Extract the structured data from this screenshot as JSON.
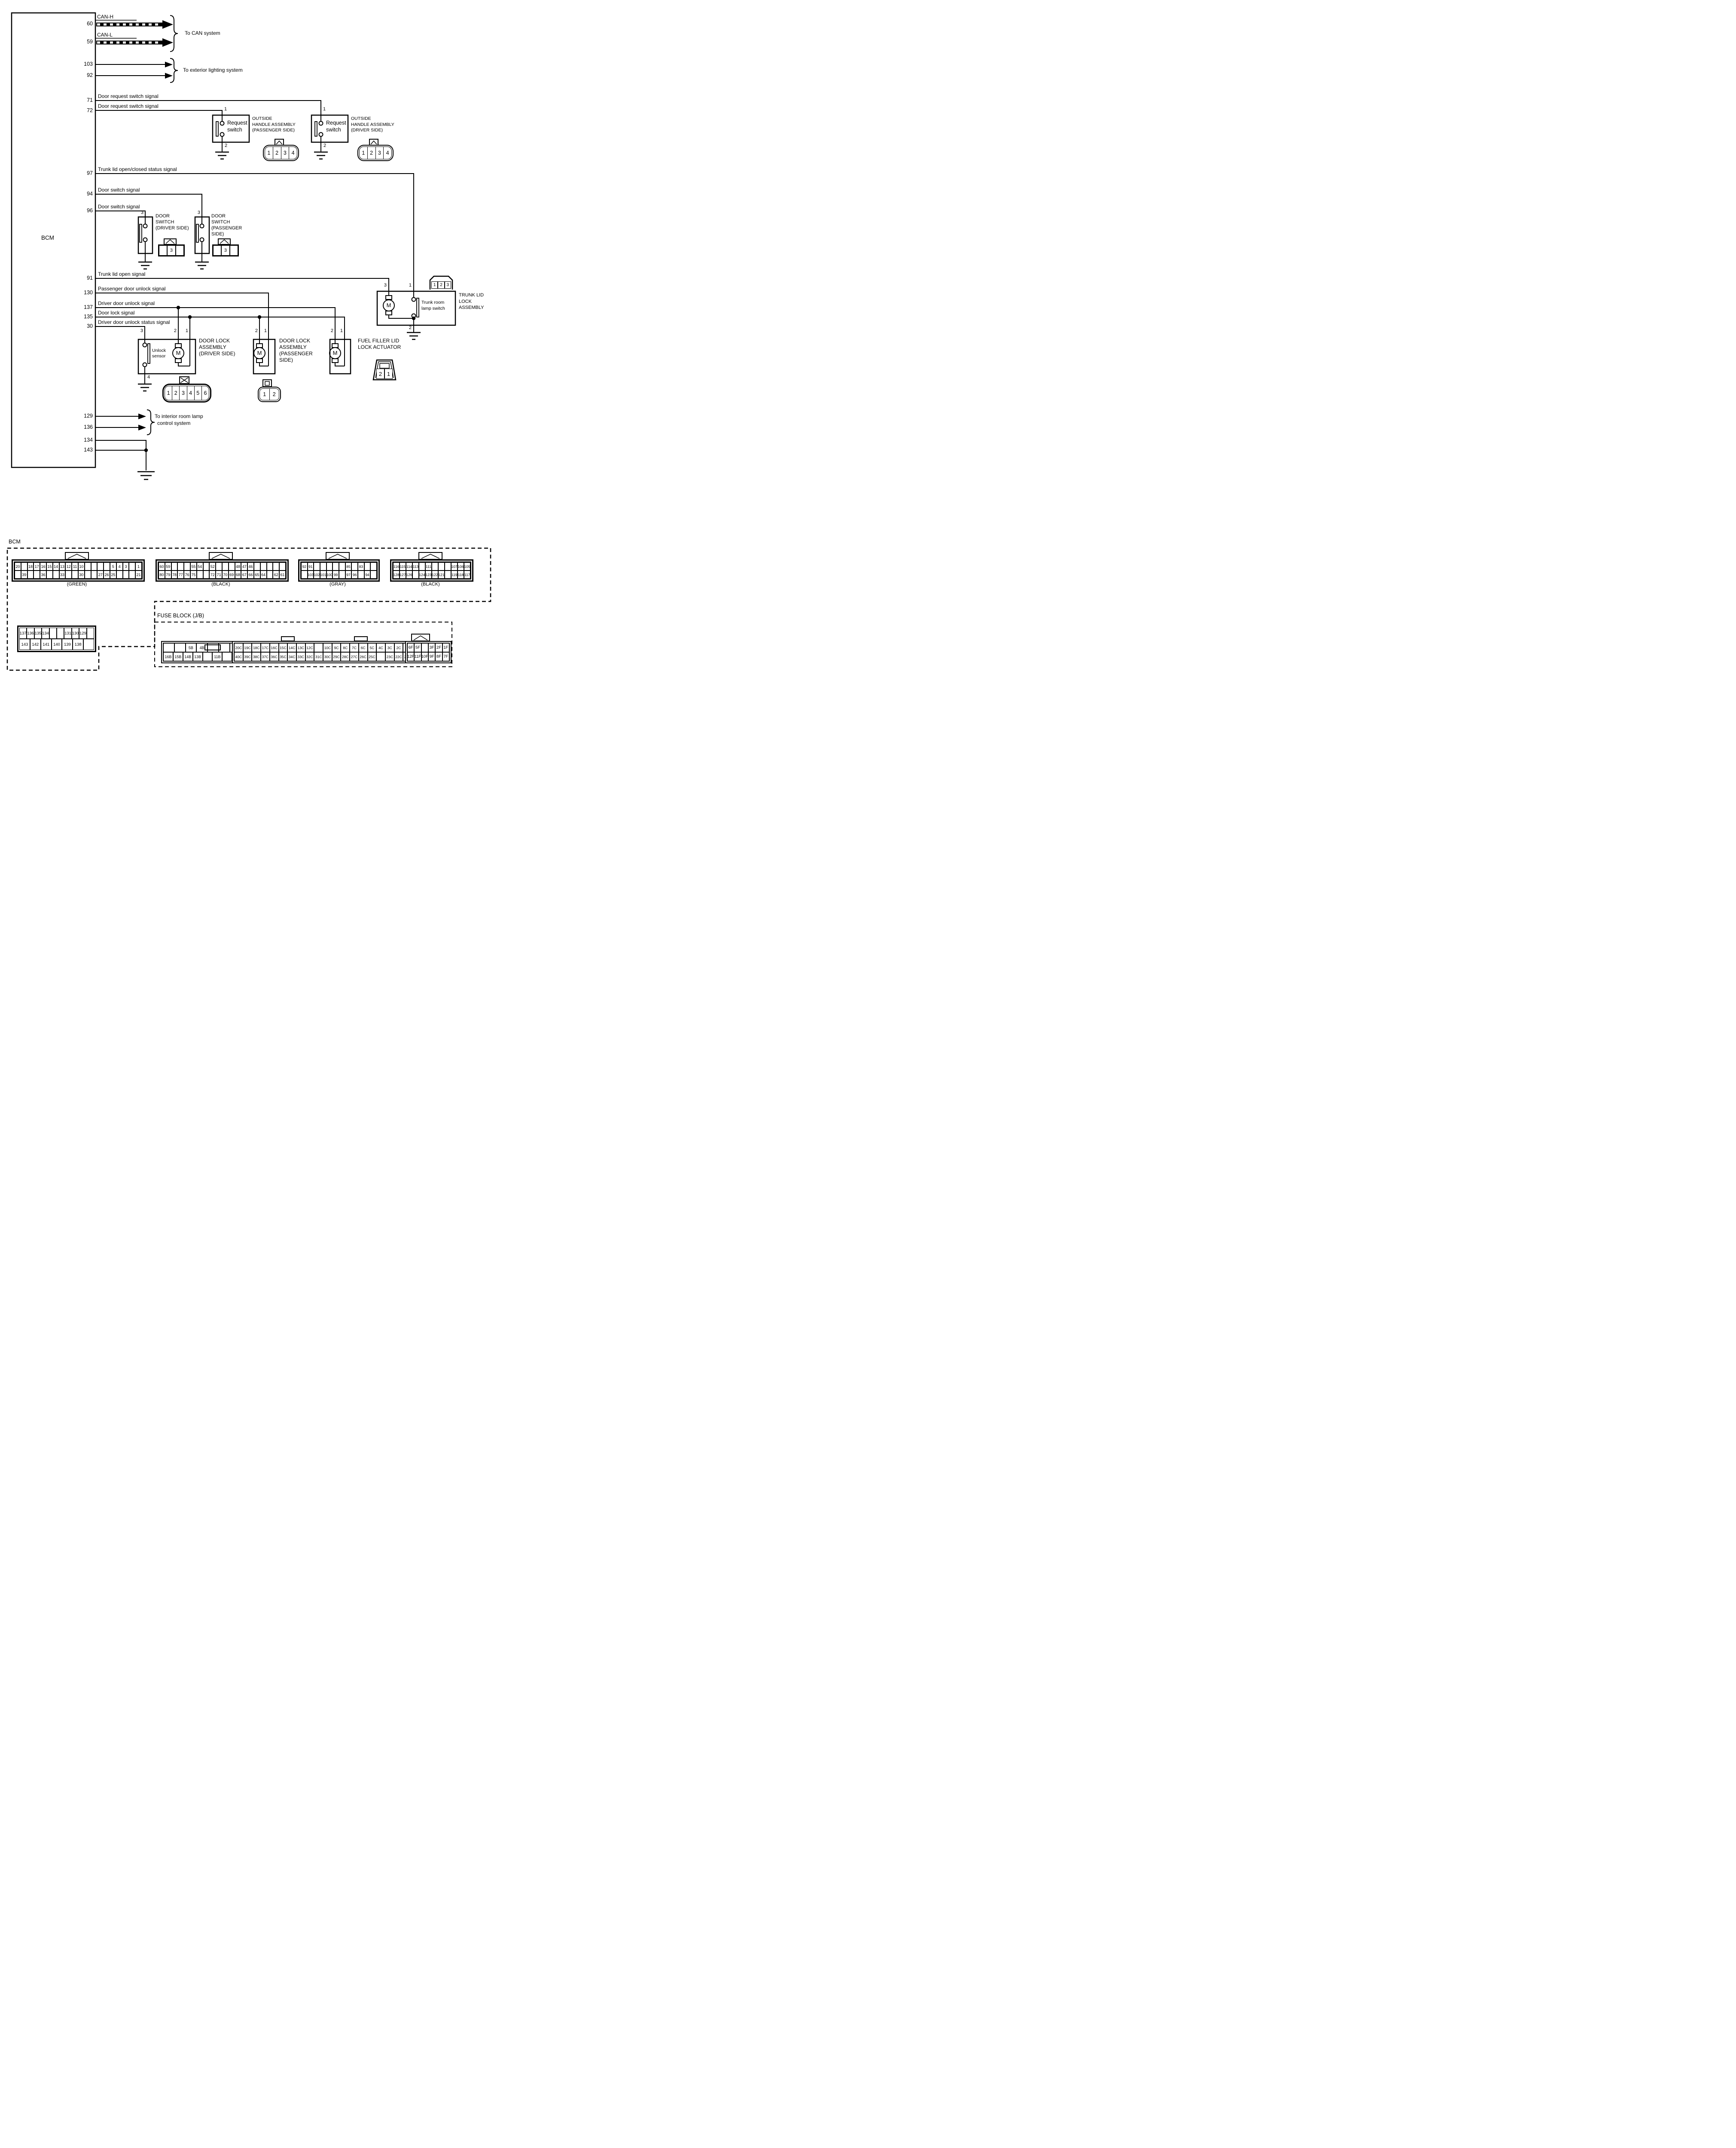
{
  "diagram": {
    "bcm_label": "BCM",
    "motor": "M",
    "pins": {
      "p60": "60",
      "p59": "59",
      "p103": "103",
      "p92": "92",
      "p71": "71",
      "p72": "72",
      "p97": "97",
      "p94": "94",
      "p96": "96",
      "p91": "91",
      "p130": "130",
      "p137": "137",
      "p135": "135",
      "p30": "30",
      "p129": "129",
      "p136": "136",
      "p134": "134",
      "p143": "143"
    },
    "labels": {
      "can_h": "CAN-H",
      "can_l": "CAN-L",
      "to_can": "To CAN system",
      "to_ext": "To exterior lighting system",
      "req": "Door request switch signal",
      "trunk_status": "Trunk lid open/closed status signal",
      "door_sw": "Door switch signal",
      "trunk_open": "Trunk lid open signal",
      "pass_unlock": "Passenger door unlock signal",
      "drv_unlock": "Driver door unlock signal",
      "door_lock": "Door lock signal",
      "drv_unlock_status": "Driver door unlock status signal",
      "to_room1": "To interior room lamp",
      "to_room2": "control system"
    },
    "request_switch": {
      "line1": "Request",
      "line2": "switch",
      "pin_top": "1",
      "pin_bottom": "2"
    },
    "outside_handle_passenger": [
      "OUTSIDE",
      "HANDLE ASSEMBLY",
      "(PASSENGER SIDE)"
    ],
    "outside_handle_driver": [
      "OUTSIDE",
      "HANDLE ASSEMBLY",
      "(DRIVER SIDE)"
    ],
    "handle_connector": [
      "1",
      "2",
      "3",
      "4"
    ],
    "door_switch": {
      "pin": "3",
      "driver": [
        "DOOR",
        "SWITCH",
        "(DRIVER SIDE)"
      ],
      "passenger": [
        "DOOR",
        "SWITCH",
        "(PASSENGER",
        "SIDE)"
      ],
      "connector": [
        "",
        "3",
        ""
      ]
    },
    "trunk": {
      "pin3": "3",
      "pin1": "1",
      "pin2": "2",
      "switch_label": [
        "Trunk room",
        "lamp switch"
      ],
      "title": [
        "TRUNK LID",
        "LOCK",
        "ASSEMBLY"
      ],
      "connector": [
        "1",
        "2",
        "3"
      ]
    },
    "driver_lock": {
      "pin3": "3",
      "pin2": "2",
      "pin1": "1",
      "pin4": "4",
      "sensor": [
        "Unlock",
        "sensor"
      ],
      "title": [
        "DOOR LOCK",
        "ASSEMBLY",
        "(DRIVER SIDE)"
      ],
      "connector": [
        "1",
        "2",
        "3",
        "4",
        "5",
        "6"
      ]
    },
    "passenger_lock": {
      "pin2": "2",
      "pin1": "1",
      "title": [
        "DOOR LOCK",
        "ASSEMBLY",
        "(PASSENGER",
        "SIDE)"
      ],
      "connector": [
        "1",
        "2"
      ]
    },
    "fuel": {
      "pin2": "2",
      "pin1": "1",
      "title": [
        "FUEL FILLER LID",
        "LOCK ACTUATOR"
      ],
      "connector": [
        "2",
        "1"
      ]
    }
  },
  "bottom": {
    "bcm_label": "BCM",
    "fuse_label": "FUSE BLOCK (J/B)",
    "green": {
      "label": "(GREEN)",
      "top": [
        "20",
        "",
        "18",
        "17",
        "16",
        "15",
        "14",
        "13",
        "12",
        "11",
        "10",
        "",
        "",
        "",
        "",
        "5",
        "4",
        "3",
        "",
        "1"
      ],
      "bottom": [
        "",
        "39",
        "",
        "",
        "36",
        "",
        "",
        "33",
        "",
        "",
        "30",
        "",
        "",
        "27",
        "26",
        "25",
        "",
        "",
        "",
        "21"
      ]
    },
    "black1": {
      "label": "(BLACK)",
      "top": [
        "60",
        "59",
        "",
        "",
        "",
        "55",
        "54",
        "",
        "52",
        "",
        "",
        "",
        "48",
        "47",
        "46",
        "",
        "",
        "",
        "",
        ""
      ],
      "bottom": [
        "80",
        "79",
        "78",
        "77",
        "76",
        "75",
        "",
        "",
        "72",
        "71",
        "70",
        "69",
        "68",
        "67",
        "66",
        "65",
        "64",
        "",
        "62",
        "61"
      ]
    },
    "gray": {
      "label": "(GRAY)",
      "top": [
        "92",
        "91",
        "",
        "",
        "",
        "",
        "",
        "85",
        "",
        "83",
        "",
        ""
      ],
      "bottom": [
        "",
        "103",
        "102",
        "101",
        "100",
        "99",
        "",
        "97",
        "96",
        "",
        "94",
        ""
      ]
    },
    "black2": {
      "label": "(BLACK)",
      "top": [
        "116",
        "115",
        "114",
        "113",
        "",
        "111",
        "",
        "",
        "",
        "107",
        "106",
        "105"
      ],
      "bottom": [
        "128",
        "127",
        "126",
        "",
        "124",
        "123",
        "122",
        "121",
        "",
        "119",
        "118",
        "117"
      ]
    },
    "c137": {
      "top": [
        "137",
        "136",
        "135",
        "134",
        "",
        "",
        "131",
        "130",
        "129",
        ""
      ],
      "bottom": [
        "143",
        "142",
        "141",
        "140",
        "139",
        "138",
        ""
      ]
    },
    "fuseB": {
      "top": [
        "",
        "",
        "5B",
        "4B",
        "",
        "",
        "2B",
        ""
      ],
      "bottom": [
        "16B",
        "15B",
        "14B",
        "13B",
        "",
        "11B",
        "",
        "9B",
        ""
      ]
    },
    "fuseC": {
      "top": [
        "20C",
        "19C",
        "18C",
        "17C",
        "16C",
        "15C",
        "14C",
        "13C",
        "12C",
        "",
        "10C",
        "9C",
        "8C",
        "7C",
        "6C",
        "5C",
        "4C",
        "3C",
        "2C",
        "1C"
      ],
      "bottom": [
        "40C",
        "39C",
        "38C",
        "37C",
        "36C",
        "35C",
        "34C",
        "33C",
        "32C",
        "31C",
        "30C",
        "29C",
        "28C",
        "27C",
        "26C",
        "25C",
        "",
        "23C",
        "22C",
        "21C"
      ]
    },
    "fuseF": {
      "top": [
        "6F",
        "5F",
        "",
        "3F",
        "2F",
        "1F"
      ],
      "bottom": [
        "12F",
        "11F",
        "10F",
        "9F",
        "8F",
        "7F"
      ]
    }
  }
}
